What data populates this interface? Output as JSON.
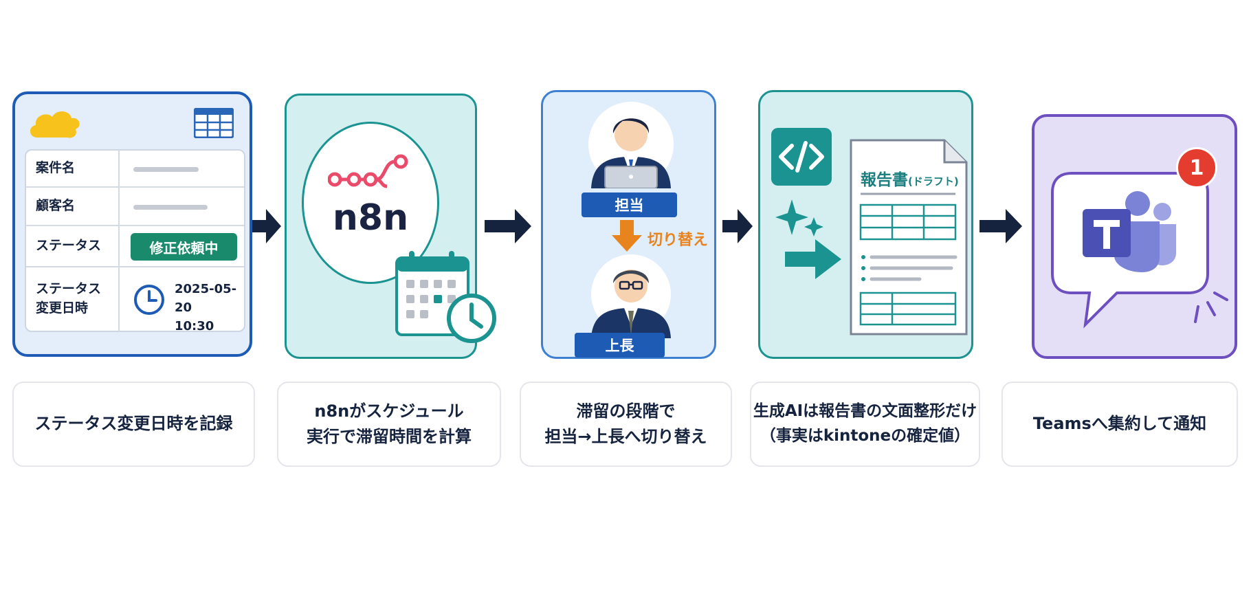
{
  "step1": {
    "fields": [
      {
        "label": "案件名"
      },
      {
        "label": "顧客名"
      },
      {
        "label": "ステータス",
        "value": "修正依頼中"
      },
      {
        "label": "ステータス\n変更日時",
        "value": "2025-05-20\n10:30"
      }
    ],
    "icons": [
      "cloud-icon",
      "table-grid-icon",
      "clock-icon"
    ],
    "caption": "ステータス変更日時を記録"
  },
  "step2": {
    "logo_text": "n8n",
    "icons": [
      "n8n-node-icon",
      "calendar-icon",
      "clock-icon"
    ],
    "caption": "n8nがスケジュール\n実行で滞留時間を計算"
  },
  "step3": {
    "assignee_label": "担当",
    "manager_label": "上長",
    "switch_label": "切り替え",
    "icons": [
      "person-laptop-icon",
      "manager-person-icon",
      "down-arrow-icon"
    ],
    "caption": "滞留の段階で\n担当→上長へ切り替え"
  },
  "step4": {
    "doc_title": "報告書",
    "doc_subtitle": "(ドラフト)",
    "icons": [
      "code-icon",
      "sparkle-icon",
      "right-arrow-icon",
      "document-icon"
    ],
    "caption": "生成AIは報告書の文面整形だけ\n（事実はkintoneの確定値）"
  },
  "step5": {
    "notification_count": "1",
    "icons": [
      "chat-bubble-icon",
      "teams-logo-icon",
      "notification-badge-icon"
    ],
    "caption": "Teamsへ集約して通知"
  },
  "colors": {
    "navy": "#16233f",
    "blue": "#1d5bb5",
    "teal": "#1a9391",
    "green": "#1a8a6d",
    "orange": "#e8841e",
    "purple": "#6d4fbf",
    "red": "#e43d30"
  }
}
